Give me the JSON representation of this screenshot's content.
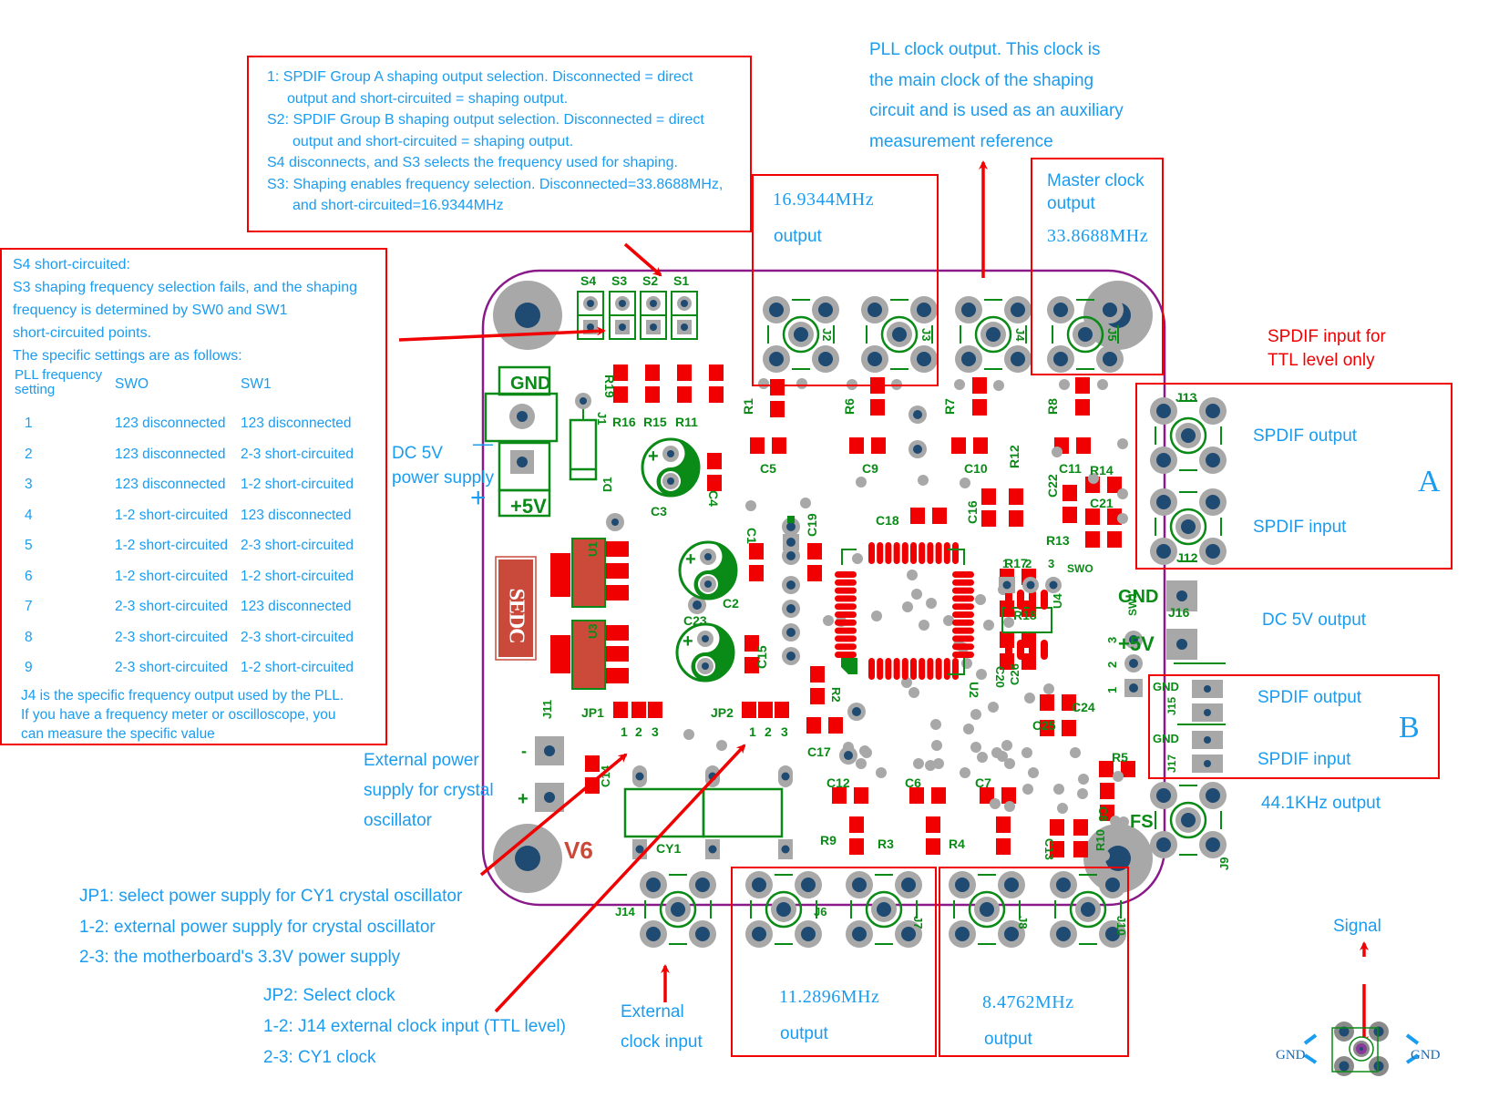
{
  "top_note": {
    "lines": [
      "1: SPDIF Group A shaping output selection. Disconnected = direct",
      "output and short-circuited = shaping output.",
      "S2: SPDIF Group B shaping output selection. Disconnected = direct",
      "output and short-circuited = shaping output.",
      "S4 disconnects, and S3 selects the frequency used for shaping.",
      "S3: Shaping enables frequency selection. Disconnected=33.8688MHz,",
      "and short-circuited=16.9344MHz"
    ]
  },
  "left_note": {
    "intro": [
      "S4 short-circuited:",
      "S3 shaping frequency selection fails, and the shaping",
      "frequency is determined by SW0 and SW1",
      "short-circuited points.",
      "The specific settings are as follows:"
    ],
    "table": {
      "headers": [
        "PLL frequency setting",
        "SWO",
        "SW1"
      ],
      "header_line1": "PLL frequency",
      "header_line2": "setting",
      "rows": [
        [
          "1",
          "123 disconnected",
          "123 disconnected"
        ],
        [
          "2",
          "123 disconnected",
          "2-3 short-circuited"
        ],
        [
          "3",
          "123 disconnected",
          "1-2 short-circuited"
        ],
        [
          "4",
          "1-2 short-circuited",
          "123 disconnected"
        ],
        [
          "5",
          "1-2 short-circuited",
          "2-3 short-circuited"
        ],
        [
          "6",
          "1-2 short-circuited",
          "1-2 short-circuited"
        ],
        [
          "7",
          "2-3 short-circuited",
          "123 disconnected"
        ],
        [
          "8",
          "2-3 short-circuited",
          "2-3 short-circuited"
        ],
        [
          "9",
          "2-3 short-circuited",
          "1-2 short-circuited"
        ]
      ]
    },
    "footer": [
      "J4 is the specific frequency output used by the PLL.",
      "If you have a frequency meter or oscilloscope, you",
      "can measure the specific value"
    ]
  },
  "pll_note": {
    "lines": [
      "PLL clock output. This clock is",
      "the main clock of the shaping",
      "circuit and is used as an auxiliary",
      "measurement reference"
    ]
  },
  "out_16m": {
    "freq": "16.9344MHz",
    "label": "output"
  },
  "master_clock": {
    "line1": "Master clock",
    "line2": "output",
    "freq": "33.8688MHz"
  },
  "spdif_ttl_note": {
    "line1": "SPDIF input for",
    "line2": "TTL level only"
  },
  "group_a": {
    "tag": "A",
    "out": "SPDIF output",
    "in": "SPDIF input"
  },
  "dc5v_out": "DC 5V output",
  "group_b": {
    "tag": "B",
    "out": "SPDIF output",
    "in": "SPDIF input"
  },
  "fs_out": "44.1KHz output",
  "dc5v_in": {
    "line1": "DC 5V",
    "line2": "power supply",
    "minus": "—",
    "plus": "+"
  },
  "ext_power_note": {
    "lines": [
      "External power",
      "supply for crystal",
      "oscillator"
    ]
  },
  "jp1_note": {
    "lines": [
      "JP1: select power supply for CY1 crystal oscillator",
      "1-2: external power supply for crystal oscillator",
      "2-3: the motherboard's 3.3V power supply"
    ]
  },
  "jp2_note": {
    "lines": [
      "JP2: Select clock",
      "1-2: J14 external clock input (TTL level)",
      "2-3: CY1 clock"
    ]
  },
  "ext_clock_note": {
    "line1": "External",
    "line2": "clock input"
  },
  "out_11m": {
    "freq": "11.2896MHz",
    "label": "output"
  },
  "out_8m": {
    "freq": "8.4762MHz",
    "label": "output"
  },
  "legend": {
    "signal": "Signal",
    "gnd_left": "GND",
    "gnd_right": "GND"
  },
  "board": {
    "version": "V6",
    "logo": "SEDC",
    "silk": {
      "s4": "S4",
      "s3": "S3",
      "s2": "S2",
      "s1": "S1",
      "j2": "J2",
      "j3": "J3",
      "j4": "J4",
      "j5": "J5",
      "r19": "R19",
      "r16": "R16",
      "r15": "R15",
      "r11": "R11",
      "r1": "R1",
      "r6": "R6",
      "r7": "R7",
      "r8": "R8",
      "c5": "C5",
      "c9": "C9",
      "c10": "C10",
      "c11": "C11",
      "r14": "R14",
      "r12": "R12",
      "c22": "C22",
      "c21": "C21",
      "r13": "R13",
      "gnd": "GND",
      "plus5v": "+5V",
      "j1": "J1",
      "d1": "D1",
      "c3": "C3",
      "c4": "C4",
      "c1": "C1",
      "c19": "C19",
      "c18": "C18",
      "c16": "C16",
      "u1": "U1",
      "u3": "U3",
      "c2": "C2",
      "c23": "C23",
      "c15": "C15",
      "u2": "U2",
      "r17": "R17",
      "r18": "R18",
      "c20": "C20",
      "c26": "C26",
      "u4": "U4",
      "sw0": "SWO",
      "sw1": "SW1",
      "j16": "J16",
      "gnd_j16": "GND",
      "p5v_j16": "+5V",
      "p1": "1",
      "p2": "2",
      "p3": "3",
      "j13": "J13",
      "j12": "J12",
      "j15": "J15",
      "j17": "J17",
      "gnd_j15": "GND",
      "gnd_j17": "GND",
      "c24": "C24",
      "c25": "C25",
      "r5": "R5",
      "c8": "C8",
      "r10": "R10",
      "c13": "C13",
      "fs": "FS",
      "j9": "J9",
      "r2": "R2",
      "c17": "C17",
      "c12": "C12",
      "c6": "C6",
      "c7": "C7",
      "r9": "R9",
      "r3": "R3",
      "r4": "R4",
      "jp1": "JP1",
      "jp2": "JP2",
      "c14": "C14",
      "j11": "J11",
      "cy1": "CY1",
      "j14": "J14",
      "j6": "J6",
      "j7": "J7",
      "j8": "J8",
      "j10": "J10",
      "minus": "-",
      "plus": "+"
    }
  },
  "colors": {
    "annotation_text": "#1a9cf0",
    "annotation_box": "#f20000",
    "silkscreen": "#0a8a16",
    "pad_copper": "#f00000",
    "through_hole_ring": "#a8a8a8",
    "hole_center": "#1f4a72",
    "board_outline": "#8a1a8a"
  }
}
